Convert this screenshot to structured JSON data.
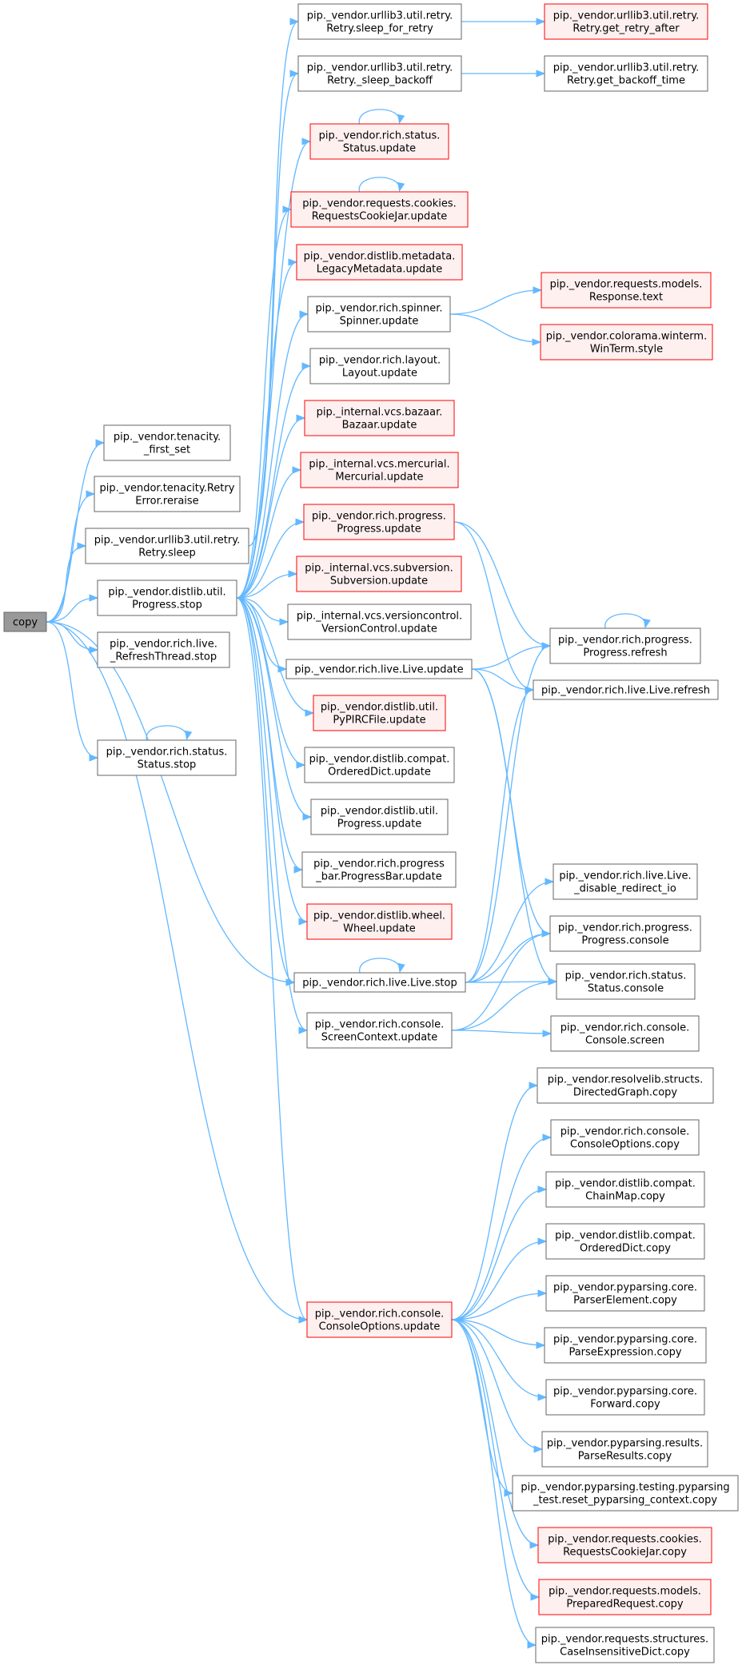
{
  "nodes": [
    {
      "id": "root",
      "lines": [
        "copy"
      ],
      "style": "root"
    },
    {
      "id": "tenacity_first_set",
      "lines": [
        "pip._vendor.tenacity.",
        "_first_set"
      ],
      "style": "normal"
    },
    {
      "id": "tenacity_reraise",
      "lines": [
        "pip._vendor.tenacity.Retry",
        "Error.reraise"
      ],
      "style": "normal"
    },
    {
      "id": "urllib3_retry_sleep",
      "lines": [
        "pip._vendor.urllib3.util.retry.",
        "Retry.sleep"
      ],
      "style": "normal"
    },
    {
      "id": "distlib_progress_stop",
      "lines": [
        "pip._vendor.distlib.util.",
        "Progress.stop"
      ],
      "style": "normal"
    },
    {
      "id": "rich_live_refreshthread_stop",
      "lines": [
        "pip._vendor.rich.live.",
        "_RefreshThread.stop"
      ],
      "style": "normal"
    },
    {
      "id": "rich_status_stop",
      "lines": [
        "pip._vendor.rich.status.",
        "Status.stop"
      ],
      "style": "normal"
    },
    {
      "id": "urllib3_sleep_for_retry",
      "lines": [
        "pip._vendor.urllib3.util.retry.",
        "Retry.sleep_for_retry"
      ],
      "style": "normal"
    },
    {
      "id": "urllib3_sleep_backoff",
      "lines": [
        "pip._vendor.urllib3.util.retry.",
        "Retry._sleep_backoff"
      ],
      "style": "normal"
    },
    {
      "id": "rich_status_update",
      "lines": [
        "pip._vendor.rich.status.",
        "Status.update"
      ],
      "style": "red"
    },
    {
      "id": "requests_cookiejar_update",
      "lines": [
        "pip._vendor.requests.cookies.",
        "RequestsCookieJar.update"
      ],
      "style": "red"
    },
    {
      "id": "distlib_metadata_update",
      "lines": [
        "pip._vendor.distlib.metadata.",
        "LegacyMetadata.update"
      ],
      "style": "red"
    },
    {
      "id": "rich_spinner_update",
      "lines": [
        "pip._vendor.rich.spinner.",
        "Spinner.update"
      ],
      "style": "normal"
    },
    {
      "id": "rich_layout_update",
      "lines": [
        "pip._vendor.rich.layout.",
        "Layout.update"
      ],
      "style": "normal"
    },
    {
      "id": "vcs_bazaar_update",
      "lines": [
        "pip._internal.vcs.bazaar.",
        "Bazaar.update"
      ],
      "style": "red"
    },
    {
      "id": "vcs_mercurial_update",
      "lines": [
        "pip._internal.vcs.mercurial.",
        "Mercurial.update"
      ],
      "style": "red"
    },
    {
      "id": "rich_progress_update",
      "lines": [
        "pip._vendor.rich.progress.",
        "Progress.update"
      ],
      "style": "red"
    },
    {
      "id": "vcs_subversion_update",
      "lines": [
        "pip._internal.vcs.subversion.",
        "Subversion.update"
      ],
      "style": "red"
    },
    {
      "id": "vcs_versioncontrol_update",
      "lines": [
        "pip._internal.vcs.versioncontrol.",
        "VersionControl.update"
      ],
      "style": "normal"
    },
    {
      "id": "rich_live_update",
      "lines": [
        "pip._vendor.rich.live.Live.update"
      ],
      "style": "normal"
    },
    {
      "id": "distlib_pypirc_update",
      "lines": [
        "pip._vendor.distlib.util.",
        "PyPIRCFile.update"
      ],
      "style": "red"
    },
    {
      "id": "distlib_ordereddict_update",
      "lines": [
        "pip._vendor.distlib.compat.",
        "OrderedDict.update"
      ],
      "style": "normal"
    },
    {
      "id": "distlib_progress_update",
      "lines": [
        "pip._vendor.distlib.util.",
        "Progress.update"
      ],
      "style": "normal"
    },
    {
      "id": "rich_progressbar_update",
      "lines": [
        "pip._vendor.rich.progress",
        "_bar.ProgressBar.update"
      ],
      "style": "normal"
    },
    {
      "id": "distlib_wheel_update",
      "lines": [
        "pip._vendor.distlib.wheel.",
        "Wheel.update"
      ],
      "style": "red"
    },
    {
      "id": "rich_live_stop",
      "lines": [
        "pip._vendor.rich.live.Live.stop"
      ],
      "style": "normal"
    },
    {
      "id": "rich_screencontext_update",
      "lines": [
        "pip._vendor.rich.console.",
        "ScreenContext.update"
      ],
      "style": "normal"
    },
    {
      "id": "rich_consoleoptions_update",
      "lines": [
        "pip._vendor.rich.console.",
        "ConsoleOptions.update"
      ],
      "style": "red"
    },
    {
      "id": "urllib3_get_retry_after",
      "lines": [
        "pip._vendor.urllib3.util.retry.",
        "Retry.get_retry_after"
      ],
      "style": "red"
    },
    {
      "id": "urllib3_get_backoff_time",
      "lines": [
        "pip._vendor.urllib3.util.retry.",
        "Retry.get_backoff_time"
      ],
      "style": "normal"
    },
    {
      "id": "requests_response_text",
      "lines": [
        "pip._vendor.requests.models.",
        "Response.text"
      ],
      "style": "red"
    },
    {
      "id": "colorama_winterm_style",
      "lines": [
        "pip._vendor.colorama.winterm.",
        "WinTerm.style"
      ],
      "style": "red"
    },
    {
      "id": "rich_progress_refresh",
      "lines": [
        "pip._vendor.rich.progress.",
        "Progress.refresh"
      ],
      "style": "normal"
    },
    {
      "id": "rich_live_refresh",
      "lines": [
        "pip._vendor.rich.live.Live.refresh"
      ],
      "style": "normal"
    },
    {
      "id": "rich_live_disable_redirect_io",
      "lines": [
        "pip._vendor.rich.live.Live.",
        "_disable_redirect_io"
      ],
      "style": "normal"
    },
    {
      "id": "rich_progress_console",
      "lines": [
        "pip._vendor.rich.progress.",
        "Progress.console"
      ],
      "style": "normal"
    },
    {
      "id": "rich_status_console",
      "lines": [
        "pip._vendor.rich.status.",
        "Status.console"
      ],
      "style": "normal"
    },
    {
      "id": "rich_console_screen",
      "lines": [
        "pip._vendor.rich.console.",
        "Console.screen"
      ],
      "style": "normal"
    },
    {
      "id": "resolvelib_directedgraph_copy",
      "lines": [
        "pip._vendor.resolvelib.structs.",
        "DirectedGraph.copy"
      ],
      "style": "normal"
    },
    {
      "id": "rich_consoleoptions_copy",
      "lines": [
        "pip._vendor.rich.console.",
        "ConsoleOptions.copy"
      ],
      "style": "normal"
    },
    {
      "id": "distlib_chainmap_copy",
      "lines": [
        "pip._vendor.distlib.compat.",
        "ChainMap.copy"
      ],
      "style": "normal"
    },
    {
      "id": "distlib_ordereddict_copy",
      "lines": [
        "pip._vendor.distlib.compat.",
        "OrderedDict.copy"
      ],
      "style": "normal"
    },
    {
      "id": "pyparsing_parserelement_copy",
      "lines": [
        "pip._vendor.pyparsing.core.",
        "ParserElement.copy"
      ],
      "style": "normal"
    },
    {
      "id": "pyparsing_parseexpression_copy",
      "lines": [
        "pip._vendor.pyparsing.core.",
        "ParseExpression.copy"
      ],
      "style": "normal"
    },
    {
      "id": "pyparsing_forward_copy",
      "lines": [
        "pip._vendor.pyparsing.core.",
        "Forward.copy"
      ],
      "style": "normal"
    },
    {
      "id": "pyparsing_parseresults_copy",
      "lines": [
        "pip._vendor.pyparsing.results.",
        "ParseResults.copy"
      ],
      "style": "normal"
    },
    {
      "id": "pyparsing_testing_reset_copy",
      "lines": [
        "pip._vendor.pyparsing.testing.pyparsing",
        "_test.reset_pyparsing_context.copy"
      ],
      "style": "normal"
    },
    {
      "id": "requests_cookiejar_copy",
      "lines": [
        "pip._vendor.requests.cookies.",
        "RequestsCookieJar.copy"
      ],
      "style": "red"
    },
    {
      "id": "requests_preparedrequest_copy",
      "lines": [
        "pip._vendor.requests.models.",
        "PreparedRequest.copy"
      ],
      "style": "red"
    },
    {
      "id": "requests_caseinsensitivedict_copy",
      "lines": [
        "pip._vendor.requests.structures.",
        "CaseInsensitiveDict.copy"
      ],
      "style": "normal"
    }
  ],
  "edges": [
    [
      "root",
      "tenacity_first_set"
    ],
    [
      "root",
      "tenacity_reraise"
    ],
    [
      "root",
      "urllib3_retry_sleep"
    ],
    [
      "root",
      "distlib_progress_stop"
    ],
    [
      "root",
      "rich_live_refreshthread_stop"
    ],
    [
      "root",
      "rich_status_stop"
    ],
    [
      "root",
      "rich_live_stop"
    ],
    [
      "root",
      "rich_consoleoptions_update"
    ],
    [
      "urllib3_retry_sleep",
      "urllib3_sleep_for_retry"
    ],
    [
      "urllib3_retry_sleep",
      "urllib3_sleep_backoff"
    ],
    [
      "urllib3_sleep_for_retry",
      "urllib3_get_retry_after"
    ],
    [
      "urllib3_sleep_backoff",
      "urllib3_get_backoff_time"
    ],
    [
      "distlib_progress_stop",
      "rich_status_update"
    ],
    [
      "distlib_progress_stop",
      "requests_cookiejar_update"
    ],
    [
      "distlib_progress_stop",
      "distlib_metadata_update"
    ],
    [
      "distlib_progress_stop",
      "rich_spinner_update"
    ],
    [
      "distlib_progress_stop",
      "rich_layout_update"
    ],
    [
      "distlib_progress_stop",
      "vcs_bazaar_update"
    ],
    [
      "distlib_progress_stop",
      "vcs_mercurial_update"
    ],
    [
      "distlib_progress_stop",
      "rich_progress_update"
    ],
    [
      "distlib_progress_stop",
      "vcs_subversion_update"
    ],
    [
      "distlib_progress_stop",
      "vcs_versioncontrol_update"
    ],
    [
      "distlib_progress_stop",
      "rich_live_update"
    ],
    [
      "distlib_progress_stop",
      "distlib_pypirc_update"
    ],
    [
      "distlib_progress_stop",
      "distlib_ordereddict_update"
    ],
    [
      "distlib_progress_stop",
      "distlib_progress_update"
    ],
    [
      "distlib_progress_stop",
      "rich_progressbar_update"
    ],
    [
      "distlib_progress_stop",
      "distlib_wheel_update"
    ],
    [
      "distlib_progress_stop",
      "rich_live_stop"
    ],
    [
      "distlib_progress_stop",
      "rich_screencontext_update"
    ],
    [
      "distlib_progress_stop",
      "rich_consoleoptions_update"
    ],
    [
      "rich_status_stop",
      "rich_status_stop"
    ],
    [
      "rich_status_update",
      "rich_status_update"
    ],
    [
      "requests_cookiejar_update",
      "requests_cookiejar_update"
    ],
    [
      "rich_spinner_update",
      "requests_response_text"
    ],
    [
      "rich_spinner_update",
      "colorama_winterm_style"
    ],
    [
      "rich_progress_update",
      "rich_progress_refresh"
    ],
    [
      "rich_progress_update",
      "rich_live_refresh"
    ],
    [
      "rich_progress_refresh",
      "rich_progress_refresh"
    ],
    [
      "rich_live_update",
      "rich_progress_refresh"
    ],
    [
      "rich_live_update",
      "rich_live_refresh"
    ],
    [
      "rich_live_update",
      "rich_progress_console"
    ],
    [
      "rich_live_update",
      "rich_status_console"
    ],
    [
      "rich_live_stop",
      "rich_live_stop"
    ],
    [
      "rich_live_stop",
      "rich_progress_refresh"
    ],
    [
      "rich_live_stop",
      "rich_live_refresh"
    ],
    [
      "rich_live_stop",
      "rich_live_disable_redirect_io"
    ],
    [
      "rich_live_stop",
      "rich_progress_console"
    ],
    [
      "rich_live_stop",
      "rich_status_console"
    ],
    [
      "rich_screencontext_update",
      "rich_progress_console"
    ],
    [
      "rich_screencontext_update",
      "rich_status_console"
    ],
    [
      "rich_screencontext_update",
      "rich_console_screen"
    ],
    [
      "rich_consoleoptions_update",
      "resolvelib_directedgraph_copy"
    ],
    [
      "rich_consoleoptions_update",
      "rich_consoleoptions_copy"
    ],
    [
      "rich_consoleoptions_update",
      "distlib_chainmap_copy"
    ],
    [
      "rich_consoleoptions_update",
      "distlib_ordereddict_copy"
    ],
    [
      "rich_consoleoptions_update",
      "pyparsing_parserelement_copy"
    ],
    [
      "rich_consoleoptions_update",
      "pyparsing_parseexpression_copy"
    ],
    [
      "rich_consoleoptions_update",
      "pyparsing_forward_copy"
    ],
    [
      "rich_consoleoptions_update",
      "pyparsing_parseresults_copy"
    ],
    [
      "rich_consoleoptions_update",
      "pyparsing_testing_reset_copy"
    ],
    [
      "rich_consoleoptions_update",
      "requests_cookiejar_copy"
    ],
    [
      "rich_consoleoptions_update",
      "requests_preparedrequest_copy"
    ],
    [
      "rich_consoleoptions_update",
      "requests_caseinsensitivedict_copy"
    ]
  ],
  "colors": {
    "edge": "#63b8ff",
    "node_border": "#666666",
    "node_fill": "#ffffff",
    "red_border": "#ff0000",
    "red_fill": "#fff0f0",
    "root_fill": "#999999",
    "root_border": "#666666"
  }
}
